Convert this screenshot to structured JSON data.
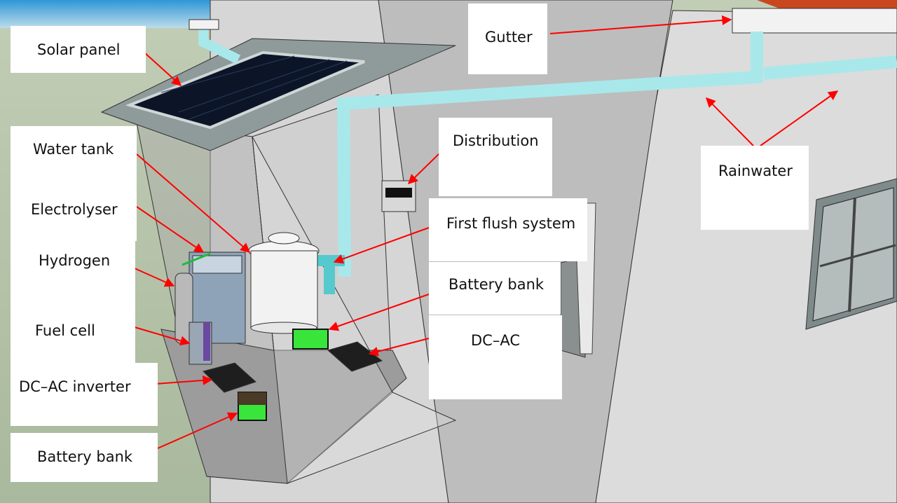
{
  "labels": {
    "solar_panel": "Solar panel",
    "gutter": "Gutter",
    "water_tank": "Water tank",
    "distribution": "Distribution",
    "rainwater": "Rainwater",
    "electrolyser": "Electrolyser",
    "first_flush": "First flush system",
    "hydrogen": "Hydrogen",
    "battery_bank_right": "Battery bank",
    "fuel_cell": "Fuel cell",
    "dc_ac_right": "DC–AC",
    "dc_ac_inverter": "DC–AC inverter",
    "battery_bank_left": "Battery bank"
  },
  "colors": {
    "arrow": "#ff0000",
    "pipe": "#a9e8ea",
    "wall": "#cfcfcf",
    "ground": "#b9c7ae",
    "sky": "#3aa0d8",
    "battery_green": "#39e53a"
  }
}
